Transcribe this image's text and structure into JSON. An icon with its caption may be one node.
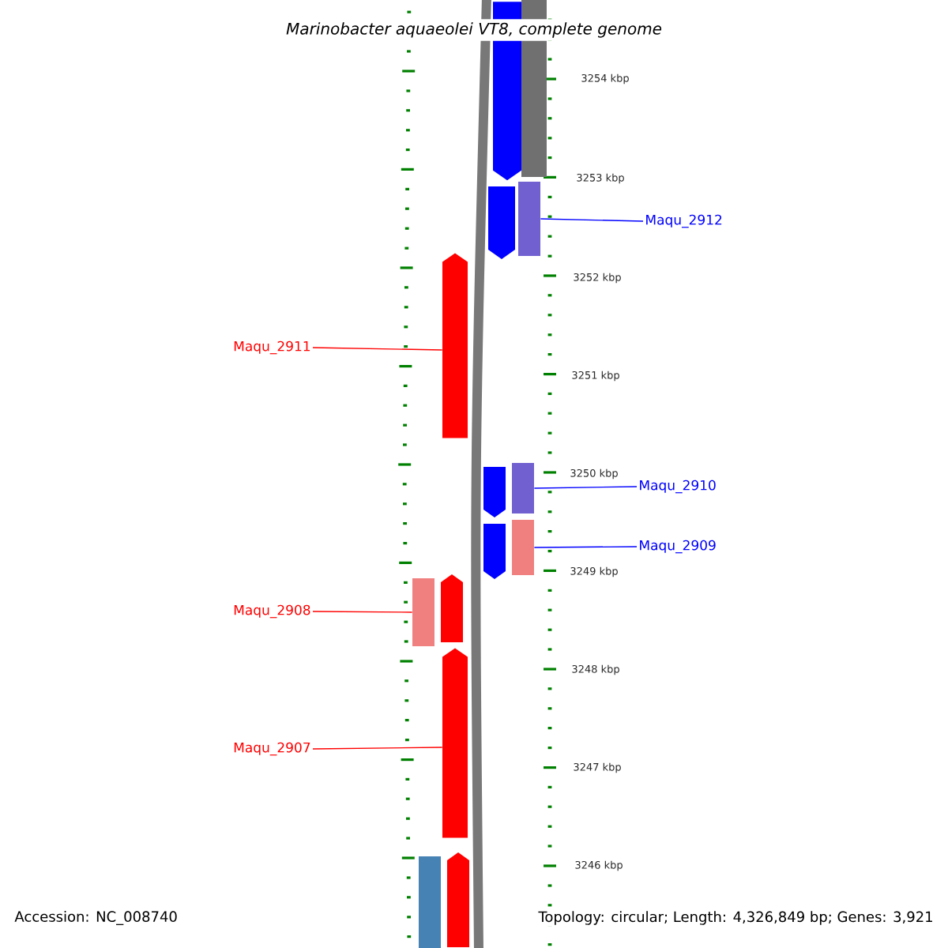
{
  "diagram": {
    "title": "Marinobacter aquaeolei VT8, complete genome",
    "nodes": [
      {
        "text": [],
        "shape": "box"
      },
      {
        "text": [],
        "shape": "arrow"
      },
      {
        "text": [],
        "shape": "arrow"
      },
      {
        "text": [],
        "shape": "box"
      },
      {
        "text": [
          "Maqu_2912"
        ]
      },
      {
        "text": [
          "Maqu_2911"
        ]
      },
      {
        "text": [],
        "shape": "arrow"
      },
      {
        "text": [],
        "shape": "arrow"
      },
      {
        "text": [],
        "shape": "box"
      },
      {
        "text": [
          "Maqu_2910"
        ]
      },
      {
        "text": [],
        "shape": "arrow"
      },
      {
        "text": [],
        "shape": "box"
      },
      {
        "text": [
          "Maqu_2909"
        ]
      },
      {
        "text": [],
        "shape": "box"
      },
      {
        "text": [],
        "shape": "arrow"
      },
      {
        "text": [
          "Maqu_2908"
        ]
      },
      {
        "text": [
          "Maqu_2907"
        ]
      },
      {
        "text": [],
        "shape": "arrow"
      },
      {
        "text": [],
        "shape": "box"
      },
      {
        "text": [],
        "shape": "arrow"
      }
    ],
    "edges": [
      {
        "from": 4,
        "to": 3,
        "arrow": "none",
        "color": "#0000ff"
      },
      {
        "from": 5,
        "to": 6,
        "arrow": "none",
        "color": "#ff0000"
      },
      {
        "from": 9,
        "to": 8,
        "arrow": "none",
        "color": "#0000ff"
      },
      {
        "from": 12,
        "to": 11,
        "arrow": "none",
        "color": "#0000ff"
      },
      {
        "from": 15,
        "to": 13,
        "arrow": "none",
        "color": "#ff0000"
      },
      {
        "from": 16,
        "to": 17,
        "arrow": "none",
        "color": "#ff0000"
      }
    ],
    "labels": [
      "3254 kbp",
      "3253 kbp",
      "3252 kbp",
      "3251 kbp",
      "3250 kbp",
      "3249 kbp",
      "3248 kbp",
      "3247 kbp",
      "3246 kbp",
      "Accession: NC_008740",
      "Topology: circular; Length: 4,326,849 bp; Genes: 3,921"
    ]
  }
}
